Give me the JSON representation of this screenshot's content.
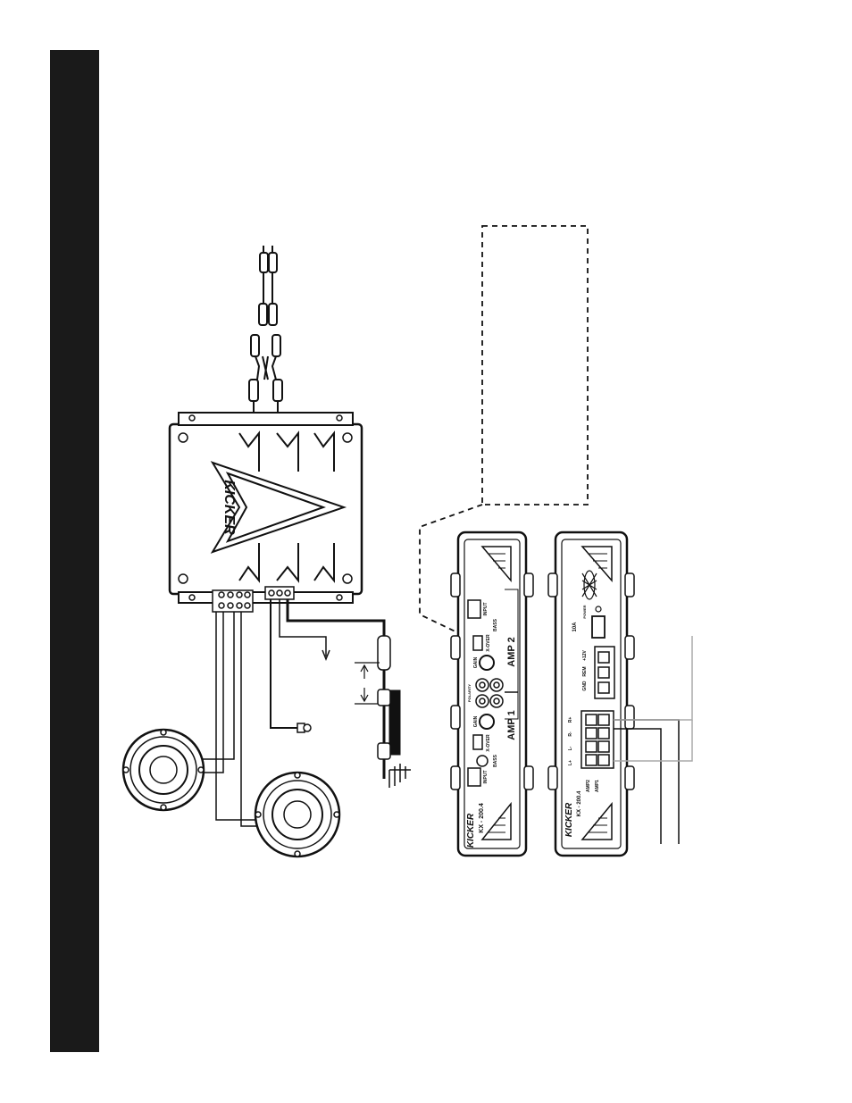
{
  "labels": {
    "amp_front_model": "KX - 200.4",
    "amp_rear_model": "KX - 200.4",
    "brand": "KICKER",
    "amp1_label": "AMP 1",
    "amp2_label": "AMP 2",
    "amp1_terminal_label": "AMP1",
    "amp2_terminal_label": "AMP2",
    "gain_label_1": "GAIN",
    "gain_label_2": "GAIN",
    "crossover_label_1": "X-OVER",
    "crossover_label_2": "X-OVER",
    "bass_label_1": "BASS",
    "bass_label_2": "BASS",
    "input_label_1": "INPUT",
    "input_label_2": "INPUT",
    "polarity_label": "POLARITY",
    "fuse_label": "10A",
    "power_term_gnd": "GND",
    "power_term_rem": "REM",
    "power_term_12v": "+12V",
    "speaker_term_l_minus": "L-",
    "speaker_term_l_plus": "L+",
    "speaker_term_r_minus": "R-",
    "speaker_term_r_plus": "R+",
    "power_led_label": "POWER"
  },
  "colors": {
    "ink": "#111111",
    "side_bar": "#1a1a1a",
    "background": "#ffffff"
  }
}
